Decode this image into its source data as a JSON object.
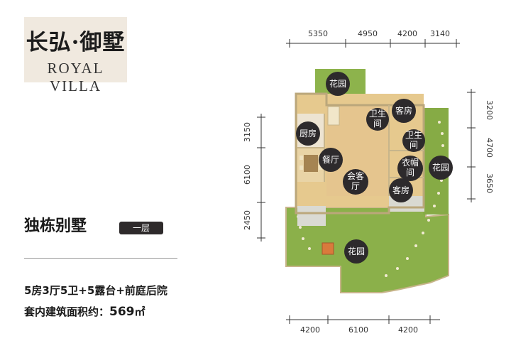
{
  "brand": {
    "name_cn": "长弘·御墅",
    "name_en": "ROYAL VILLA"
  },
  "title": "独栋别墅",
  "floor_badge": "一层",
  "info": {
    "layout": "5房3厅5卫+5露台+前庭后院",
    "area_label": "套内建筑面积约：",
    "area_value": "569",
    "area_unit": "㎡"
  },
  "dimensions": {
    "top": [
      "5350",
      "4950",
      "4200",
      "3140"
    ],
    "bottom": [
      "4200",
      "6100",
      "4200"
    ],
    "left": [
      "3150",
      "6100",
      "2450"
    ],
    "right": [
      "3200",
      "4700",
      "3650"
    ]
  },
  "rooms": {
    "garden_top": "花园",
    "bath1_a": "卫生",
    "bath1_b": "间",
    "guest1": "客房",
    "kitchen": "厨房",
    "bath2_a": "卫生",
    "bath2_b": "间",
    "dining": "餐厅",
    "closet_a": "衣帽",
    "closet_b": "间",
    "garden_right": "花园",
    "living_a": "会客",
    "living_b": "厅",
    "guest2": "客房",
    "garden_bottom": "花园"
  },
  "colors": {
    "lawn": "#8bb04a",
    "floor_wood": "#e6c98e",
    "label_bg": "#2d2a2c",
    "badge_bg": "#2e2a2b"
  }
}
